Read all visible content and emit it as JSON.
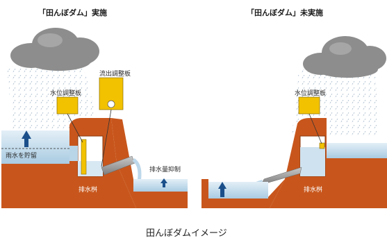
{
  "left": {
    "title": "「田んぼダム」実施",
    "outflow_plate": "流出調整板",
    "level_plate": "水位調整板",
    "store_rain": "雨水を貯留",
    "drain_control": "排水量抑制",
    "drain_box": "排水桝"
  },
  "right": {
    "title": "「田んぼダム」未実施",
    "level_plate": "水位調整板",
    "drain_box": "排水桝"
  },
  "caption": "田んぼダムイメージ",
  "colors": {
    "soil": "#c8561c",
    "water_light": "#cfe4f1",
    "water_dark": "#9cc3dc",
    "plate": "#f2c200",
    "cloud": "#8c8c8c",
    "rain": "#9db3c4",
    "arrow": "#1a4f8a",
    "pipe": "#9a9a9a"
  }
}
